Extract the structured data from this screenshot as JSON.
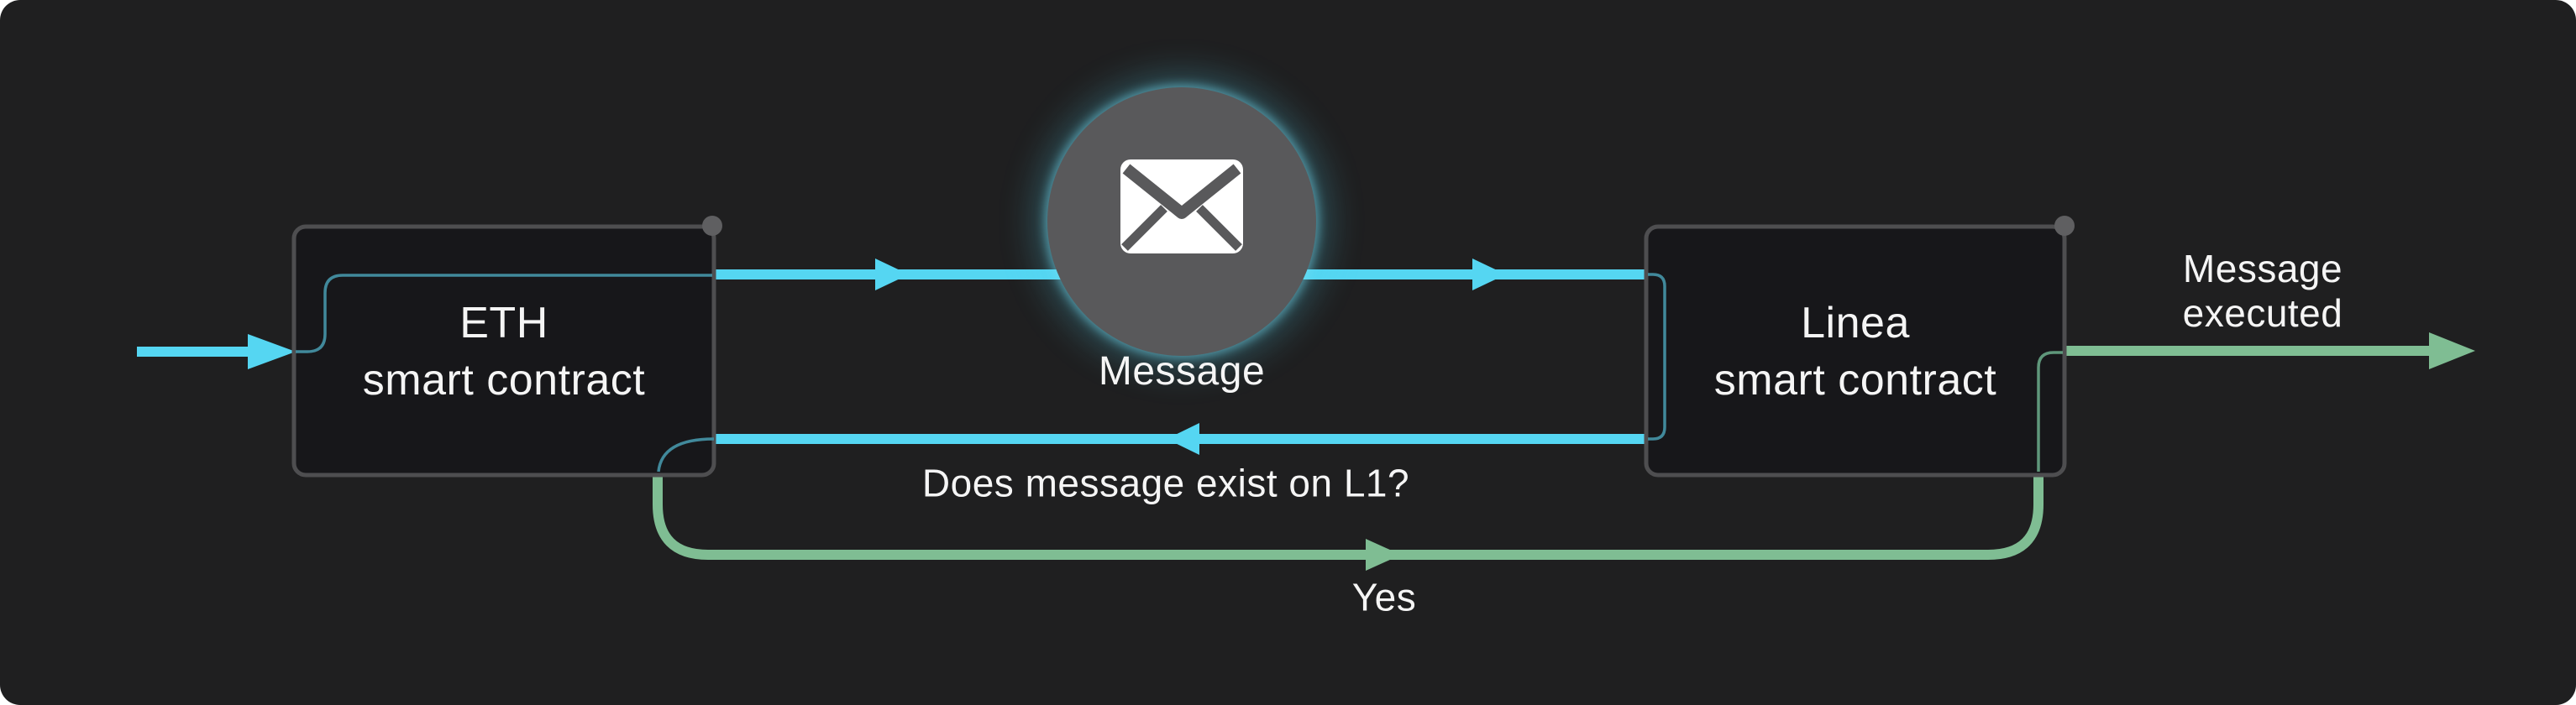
{
  "colors": {
    "background": "#1f1f20",
    "box_fill": "#17171a",
    "box_border": "#4e4e50",
    "cyan": "#55d6f2",
    "green": "#7fbd93",
    "teal_thin": "#41899b",
    "green_thin": "#5f977b",
    "node_gray": "#59595b",
    "dot_gray": "#5f5f61",
    "text": "#f5f5f5",
    "envelope_white": "#ffffff"
  },
  "nodes": {
    "eth_contract": {
      "line1": "ETH",
      "line2": "smart contract"
    },
    "linea_contract": {
      "line1": "Linea",
      "line2": "smart contract"
    },
    "message": {
      "label": "Message",
      "icon": "envelope-icon"
    }
  },
  "labels": {
    "question": "Does message exist on L1?",
    "yes": "Yes",
    "executed_line1": "Message",
    "executed_line2": "executed"
  }
}
